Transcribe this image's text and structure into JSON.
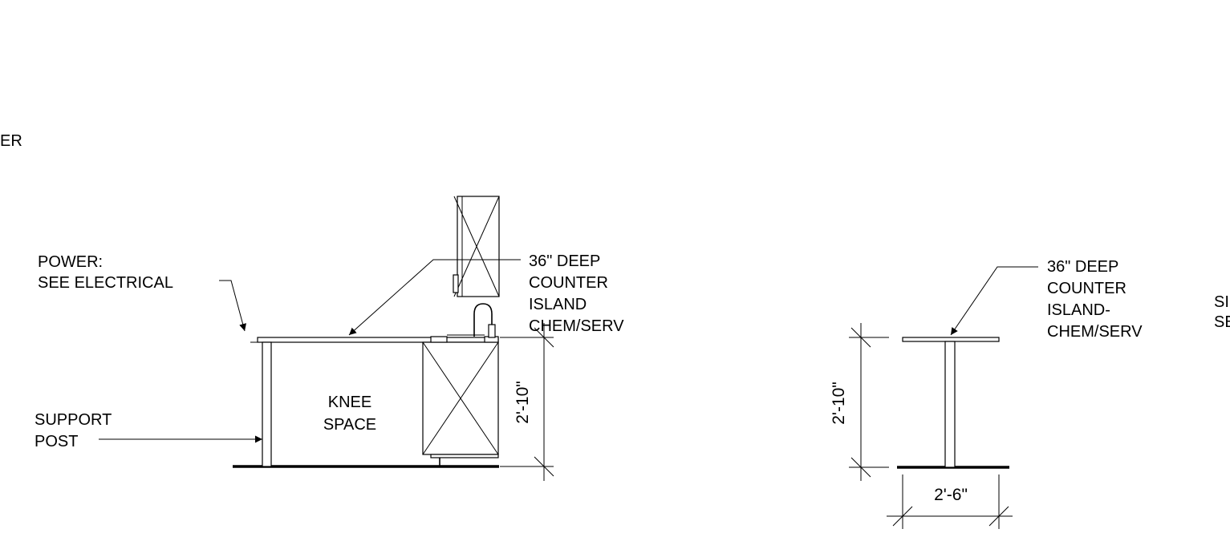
{
  "edge_labels": {
    "left_fragment": "ER",
    "right_line1": "SI",
    "right_line2": "SE"
  },
  "elevation": {
    "power_note": [
      "POWER:",
      "SEE ELECTRICAL"
    ],
    "counter_note": [
      "36\" DEEP",
      "COUNTER",
      "ISLAND",
      "CHEM/SERV"
    ],
    "knee_space": [
      "KNEE",
      "SPACE"
    ],
    "support_post_note": [
      "SUPPORT",
      "POST"
    ],
    "height_dim": "2'-10\""
  },
  "section": {
    "counter_note": [
      "36\" DEEP",
      "COUNTER",
      "ISLAND-",
      "CHEM/SERV"
    ],
    "height_dim": "2'-10\"",
    "width_dim": "2'-6\""
  }
}
